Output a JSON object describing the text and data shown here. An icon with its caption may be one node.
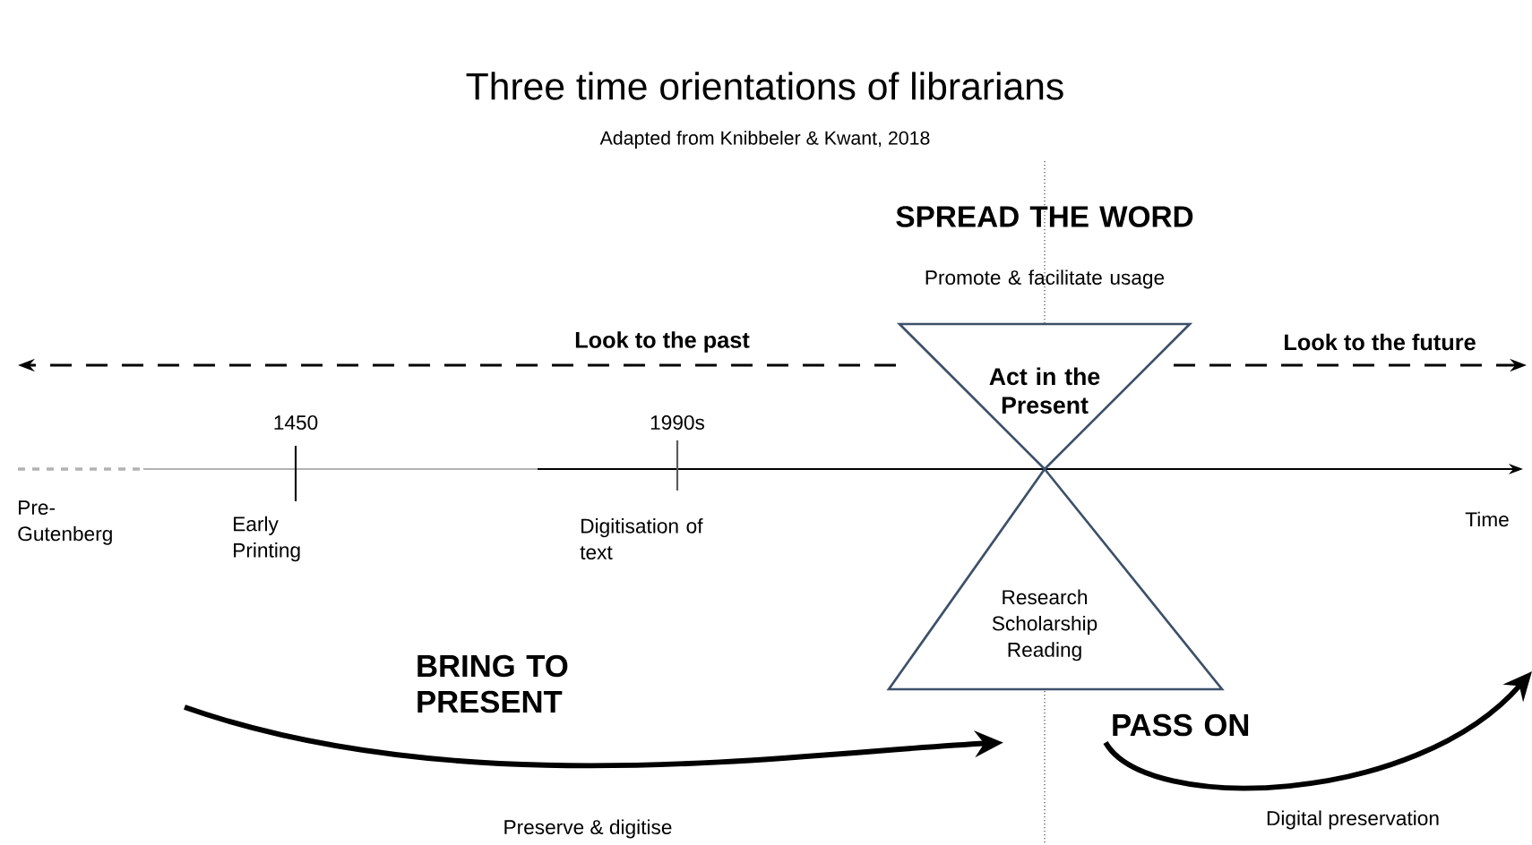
{
  "diagram": {
    "title": "Three time orientations of librarians",
    "caption": "Adapted from Knibbeler & Kwant, 2018",
    "nodes": [
      {
        "text": [
          "Act in the Present"
        ],
        "beside": [
          "SPREAD THE WORD",
          "Promote & facilitate usage"
        ]
      },
      {
        "text": [
          "Research Scholarship Reading"
        ]
      }
    ],
    "edges": [
      {
        "from": null,
        "to": 1,
        "arrow": "to",
        "label": "BRING TO PRESENT"
      },
      {
        "from": 1,
        "to": null,
        "arrow": "to",
        "label": "PASS ON"
      }
    ],
    "labels": [
      "Look to the past",
      "Look to the future",
      "1450",
      "1990s",
      "Pre- Gutenberg",
      "Early Printing",
      "Digitisation of text",
      "Time",
      "Preserve & digitise",
      "Digital preservation"
    ]
  }
}
